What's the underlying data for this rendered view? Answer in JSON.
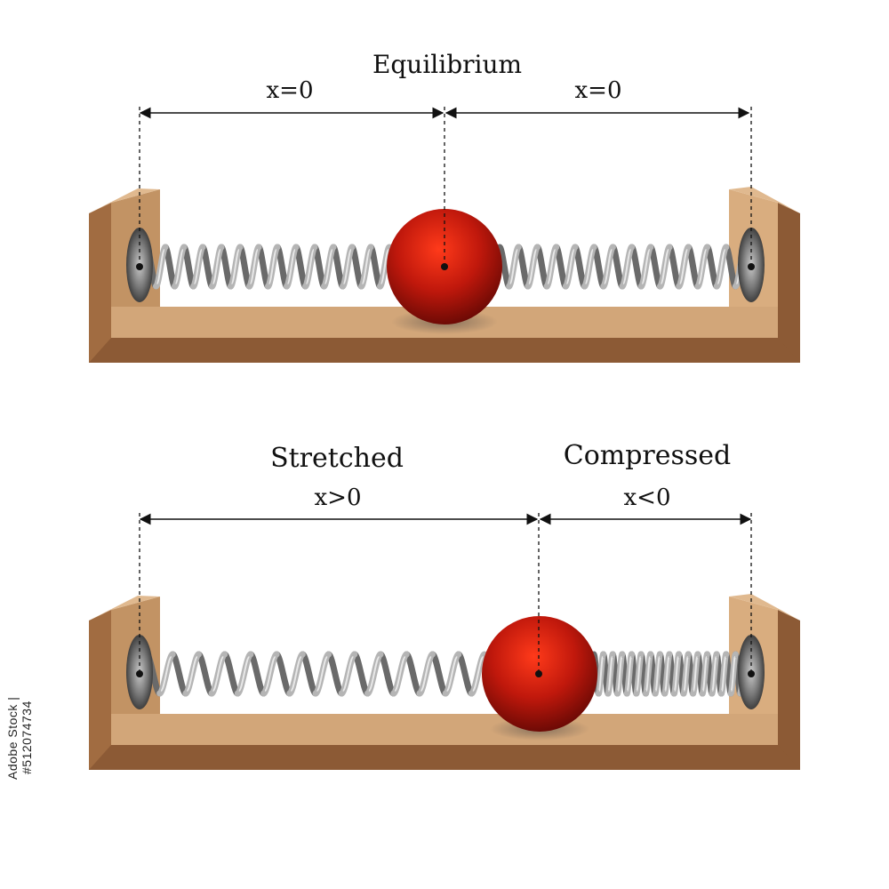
{
  "top": {
    "title": "Equilibrium",
    "left_label": "x=0",
    "right_label": "x=0"
  },
  "bottom": {
    "left_title": "Stretched",
    "left_label": "x>0",
    "right_title": "Compressed",
    "right_label": "x<0"
  },
  "side_id": "Adobe Stock | #512074734",
  "colors": {
    "wood_light": "#d2a679",
    "wood_mid": "#b8875a",
    "wood_dark": "#8c5a35",
    "ball": "#c0180c",
    "spring": "#9a9a9a",
    "shadow": "#8a7a6a"
  }
}
